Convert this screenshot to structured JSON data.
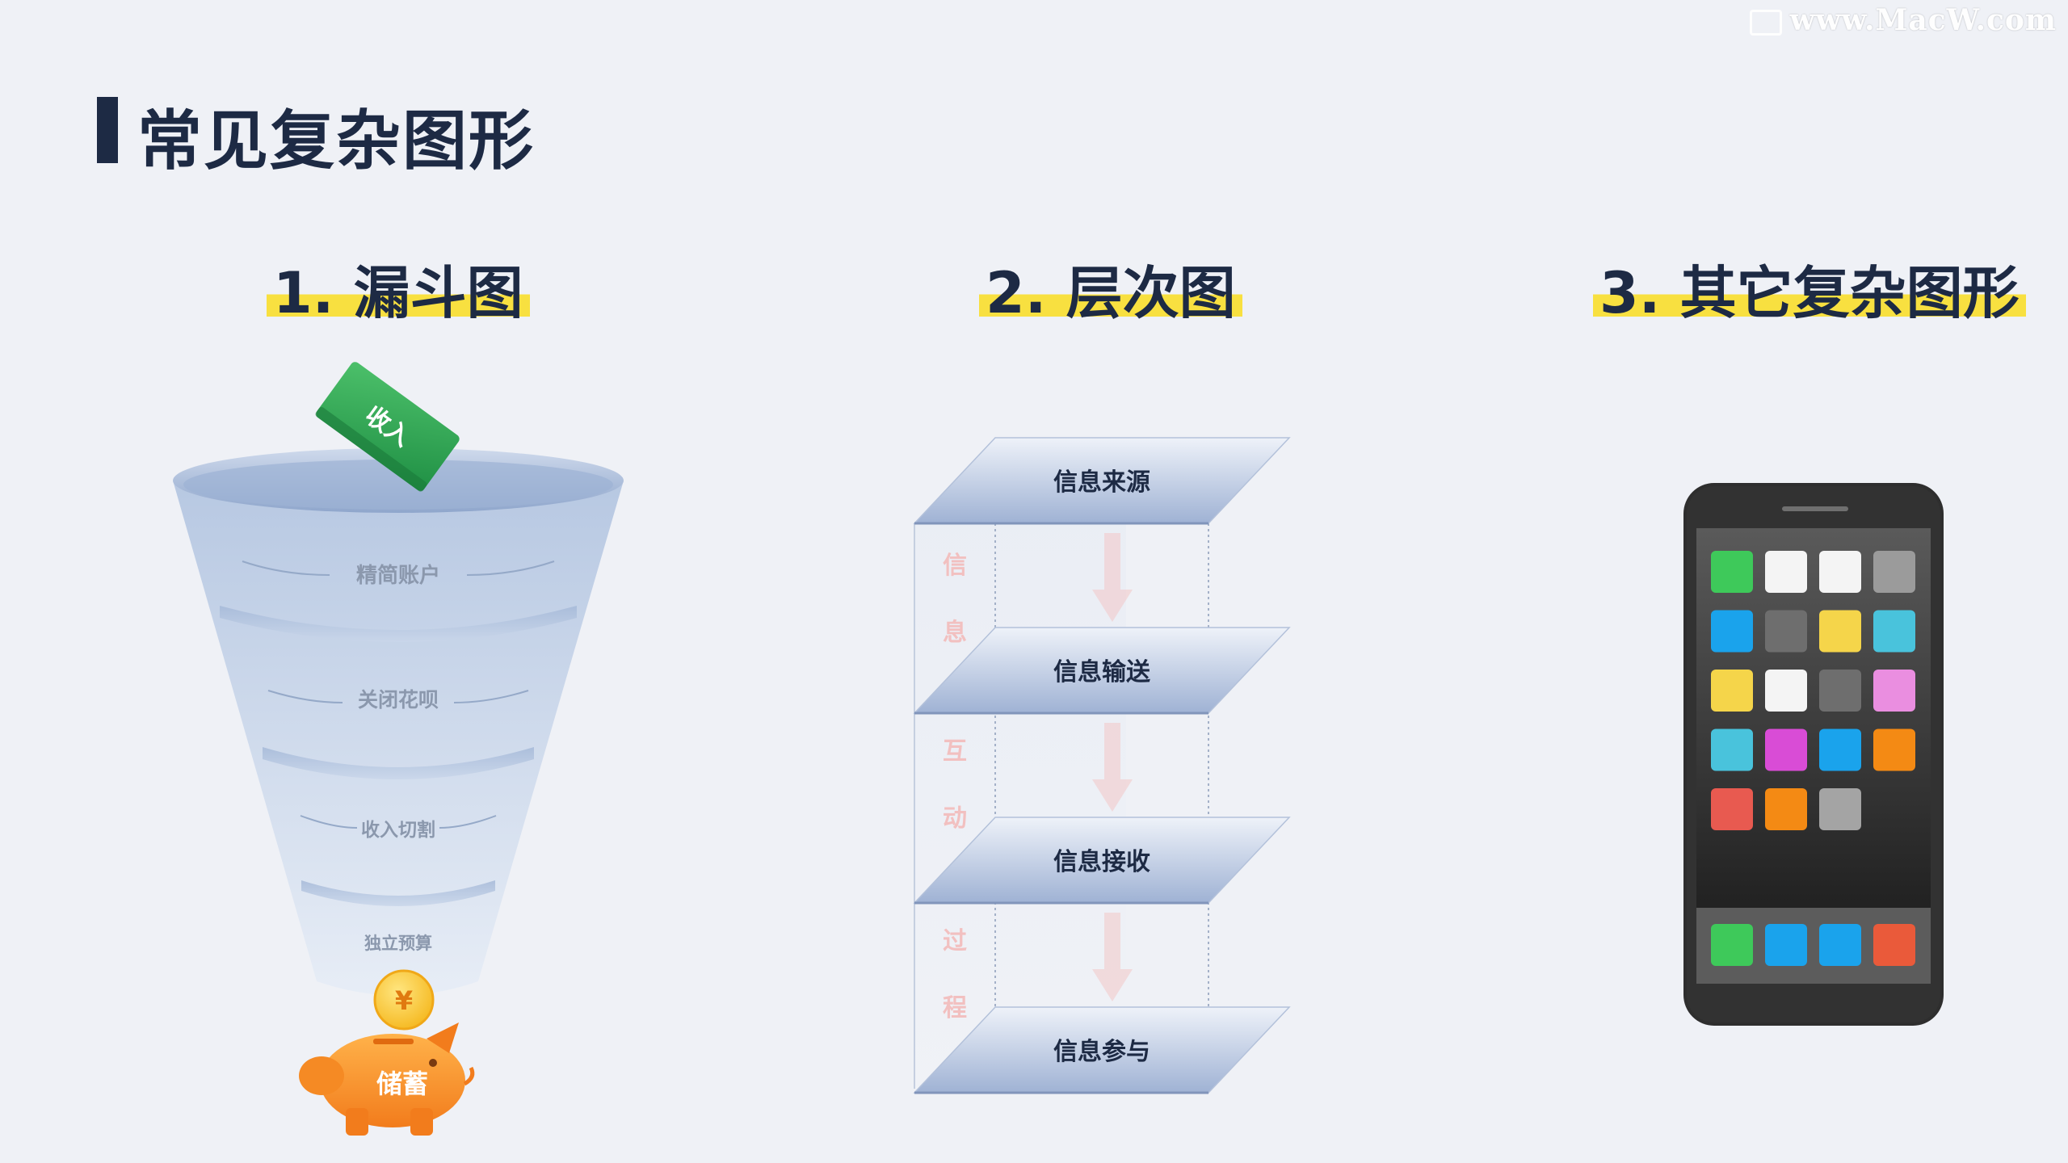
{
  "watermark": "www.MacW.com",
  "page_title": "常见复杂图形",
  "sections": [
    {
      "title": "1. 漏斗图"
    },
    {
      "title": "2. 层次图"
    },
    {
      "title": "3. 其它复杂图形"
    }
  ],
  "funnel": {
    "note_label": "收入",
    "levels": [
      "精简账户",
      "关闭花呗",
      "收入切割",
      "独立预算"
    ],
    "coin_label": "¥",
    "piggy_label": "储蓄"
  },
  "hierarchy": {
    "layers": [
      "信息来源",
      "信息输送",
      "信息接收",
      "信息参与"
    ],
    "side_chars": [
      "信",
      "息",
      "互",
      "动",
      "过",
      "程"
    ]
  },
  "phone": {
    "app_colors": [
      "#3ec95a",
      "#f4f4f4",
      "#f4f4f4",
      "#9b9b9b",
      "#1aa3ec",
      "#6e6e6e",
      "#f5d54a",
      "#49c3dc",
      "#f5d54a",
      "#f4f4f4",
      "#6e6e6e",
      "#ea8ee0",
      "#49c3dc",
      "#d94cd6",
      "#1aa3ec",
      "#f48a14",
      "#e85a50",
      "#f48a14",
      "#a4a4a4"
    ],
    "dock_colors": [
      "#3ec95a",
      "#1aa3ec",
      "#1aa3ec",
      "#ea5a3a"
    ]
  }
}
